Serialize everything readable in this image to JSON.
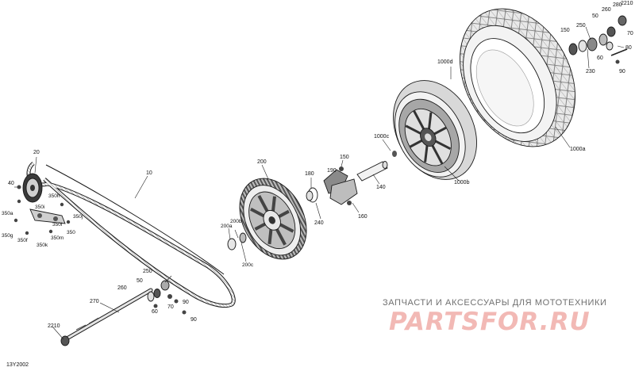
{
  "diagram": {
    "code": "13Y2002",
    "labels": {
      "l1000a": "1000a",
      "l1000b": "1000b",
      "l1000c": "1000c",
      "l1000d": "1000d",
      "l10": "10",
      "l20": "20",
      "l40": "40",
      "l350h": "350h",
      "l350i": "350i",
      "l350j": "350j",
      "l350a": "350a",
      "l350l": "350l",
      "l350": "350",
      "l350g": "350g",
      "l350f": "350f",
      "l350m": "350m",
      "l350k": "350k",
      "l200": "200",
      "l200a": "200a",
      "l200b": "200b",
      "l200c": "200c",
      "l180": "180",
      "l150": "150",
      "l190": "190",
      "l240": "240",
      "l140": "140",
      "l160": "160",
      "l250a": "250",
      "l250b": "250",
      "l260": "260",
      "l270": "270",
      "l50a": "50",
      "l50b": "50",
      "l60": "60",
      "l70a": "70",
      "l70b": "70",
      "l80": "80",
      "l90a": "90",
      "l90b": "90",
      "l150top": "150",
      "l230": "230",
      "l280": "280",
      "l2210a": "2210",
      "l2210b": "2210"
    }
  },
  "watermark": {
    "tagline": "ЗАПЧАСТИ И АКСЕССУАРЫ ДЛЯ МОТОТЕХНИКИ",
    "brand": "PARTSFOR.RU"
  },
  "colors": {
    "line": "#222222",
    "watermark_text": "#6f6f6f",
    "watermark_brand": "#f2b9b5"
  }
}
